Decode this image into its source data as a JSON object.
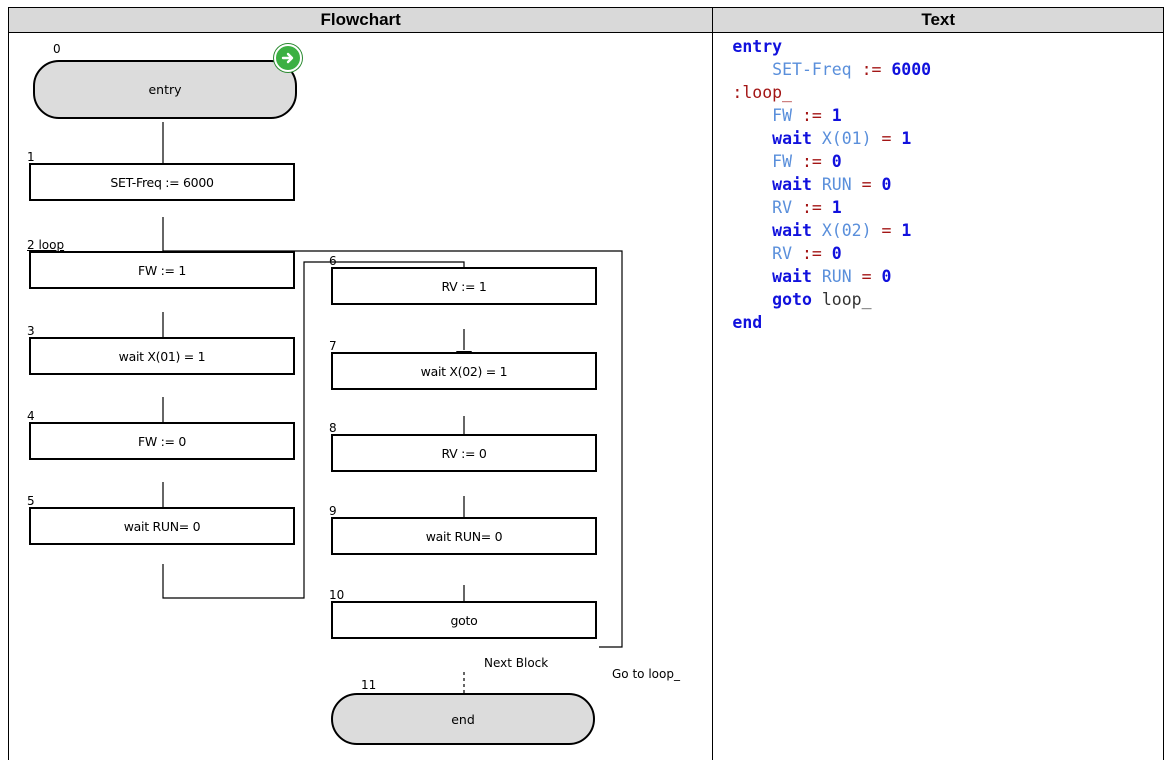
{
  "headers": {
    "flowchart": "Flowchart",
    "text": "Text"
  },
  "flowchart": {
    "blocks": [
      {
        "num": "0",
        "label": "entry"
      },
      {
        "num": "1",
        "label": "SET-Freq := 6000"
      },
      {
        "num": "2 loop",
        "label": "FW := 1"
      },
      {
        "num": "3",
        "label": "wait X(01) = 1"
      },
      {
        "num": "4",
        "label": "FW := 0"
      },
      {
        "num": "5",
        "label": "wait RUN= 0"
      },
      {
        "num": "6",
        "label": "RV := 1"
      },
      {
        "num": "7",
        "label": "wait X(02) = 1"
      },
      {
        "num": "8",
        "label": "RV := 0"
      },
      {
        "num": "9",
        "label": "wait RUN= 0"
      },
      {
        "num": "10",
        "label": "goto"
      },
      {
        "num": "11",
        "label": "end"
      }
    ],
    "notes": {
      "next_block": "Next Block",
      "goto_target": "Go to loop_"
    },
    "start_icon": "arrow-right-circle-icon",
    "colors": {
      "terminal_fill": "#dcdcdc",
      "start_icon": "#3cb043"
    }
  },
  "code": {
    "line1": {
      "kw": "entry"
    },
    "line2": {
      "var": "SET-Freq",
      "op": ":=",
      "val": "6000"
    },
    "line3": {
      "label": ":loop_"
    },
    "line4": {
      "var": "FW",
      "op": ":=",
      "val": "1"
    },
    "line5": {
      "kw": "wait",
      "var": "X(01)",
      "op": "=",
      "val": "1"
    },
    "line6": {
      "var": "FW",
      "op": ":=",
      "val": "0"
    },
    "line7": {
      "kw": "wait",
      "var": "RUN",
      "op": "=",
      "val": "0"
    },
    "line8": {
      "var": "RV",
      "op": ":=",
      "val": "1"
    },
    "line9": {
      "kw": "wait",
      "var": "X(02)",
      "op": "=",
      "val": "1"
    },
    "line10": {
      "var": "RV",
      "op": ":=",
      "val": "0"
    },
    "line11": {
      "kw": "wait",
      "var": "RUN",
      "op": "=",
      "val": "0"
    },
    "line12": {
      "kw": "goto",
      "target": "loop_"
    },
    "line13": {
      "kw": "end"
    },
    "colors": {
      "keyword": "#1111dd",
      "variable": "#5a8fdb",
      "label": "#a31515"
    }
  }
}
